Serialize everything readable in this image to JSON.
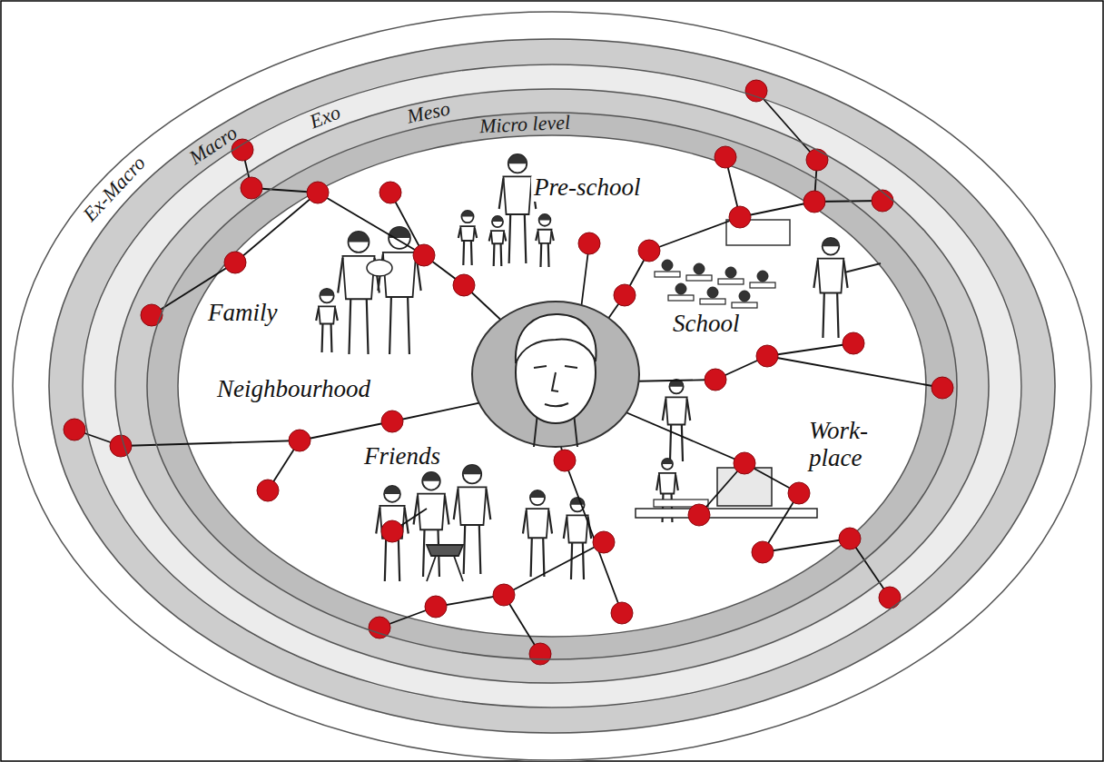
{
  "diagram": {
    "nodes": [
      {
        "text": [
          "Ex-Macro"
        ]
      },
      {
        "text": [
          "Macro"
        ],
        "in": 0
      },
      {
        "text": [
          "Exo"
        ],
        "in": 1
      },
      {
        "text": [
          "Meso"
        ],
        "in": 2
      },
      {
        "text": [
          "Micro level"
        ],
        "in": 3
      }
    ],
    "labels": [
      "Pre-school",
      "Family",
      "School",
      "Neighbourhood",
      "Friends",
      "Work-place"
    ]
  }
}
